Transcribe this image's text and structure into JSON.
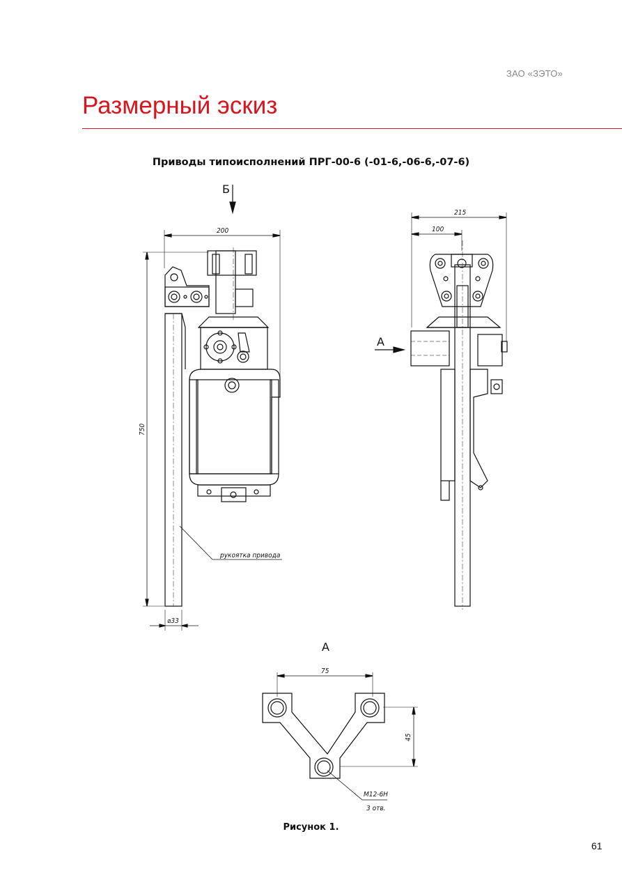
{
  "header": {
    "company": "ЗАО «ЗЭТО»"
  },
  "page": {
    "title": "Размерный эскиз",
    "number": "61"
  },
  "figure": {
    "subtitle": "Приводы типоисполнений ПРГ-00-6 (-01-6,-06-6,-07-6)",
    "caption": "Рисунок 1.",
    "view_labels": {
      "b": "Б",
      "a_arrow": "А",
      "a_view": "А"
    },
    "dimensions": {
      "width_front": "200",
      "height": "750",
      "diameter": "⌀33",
      "width_side": "215",
      "offset_side": "100",
      "hole_spacing": "75",
      "hole_offset": "45"
    },
    "callouts": {
      "handle": "рукоятка привода",
      "thread": "М12-6Н",
      "holes": "3 отв."
    }
  }
}
